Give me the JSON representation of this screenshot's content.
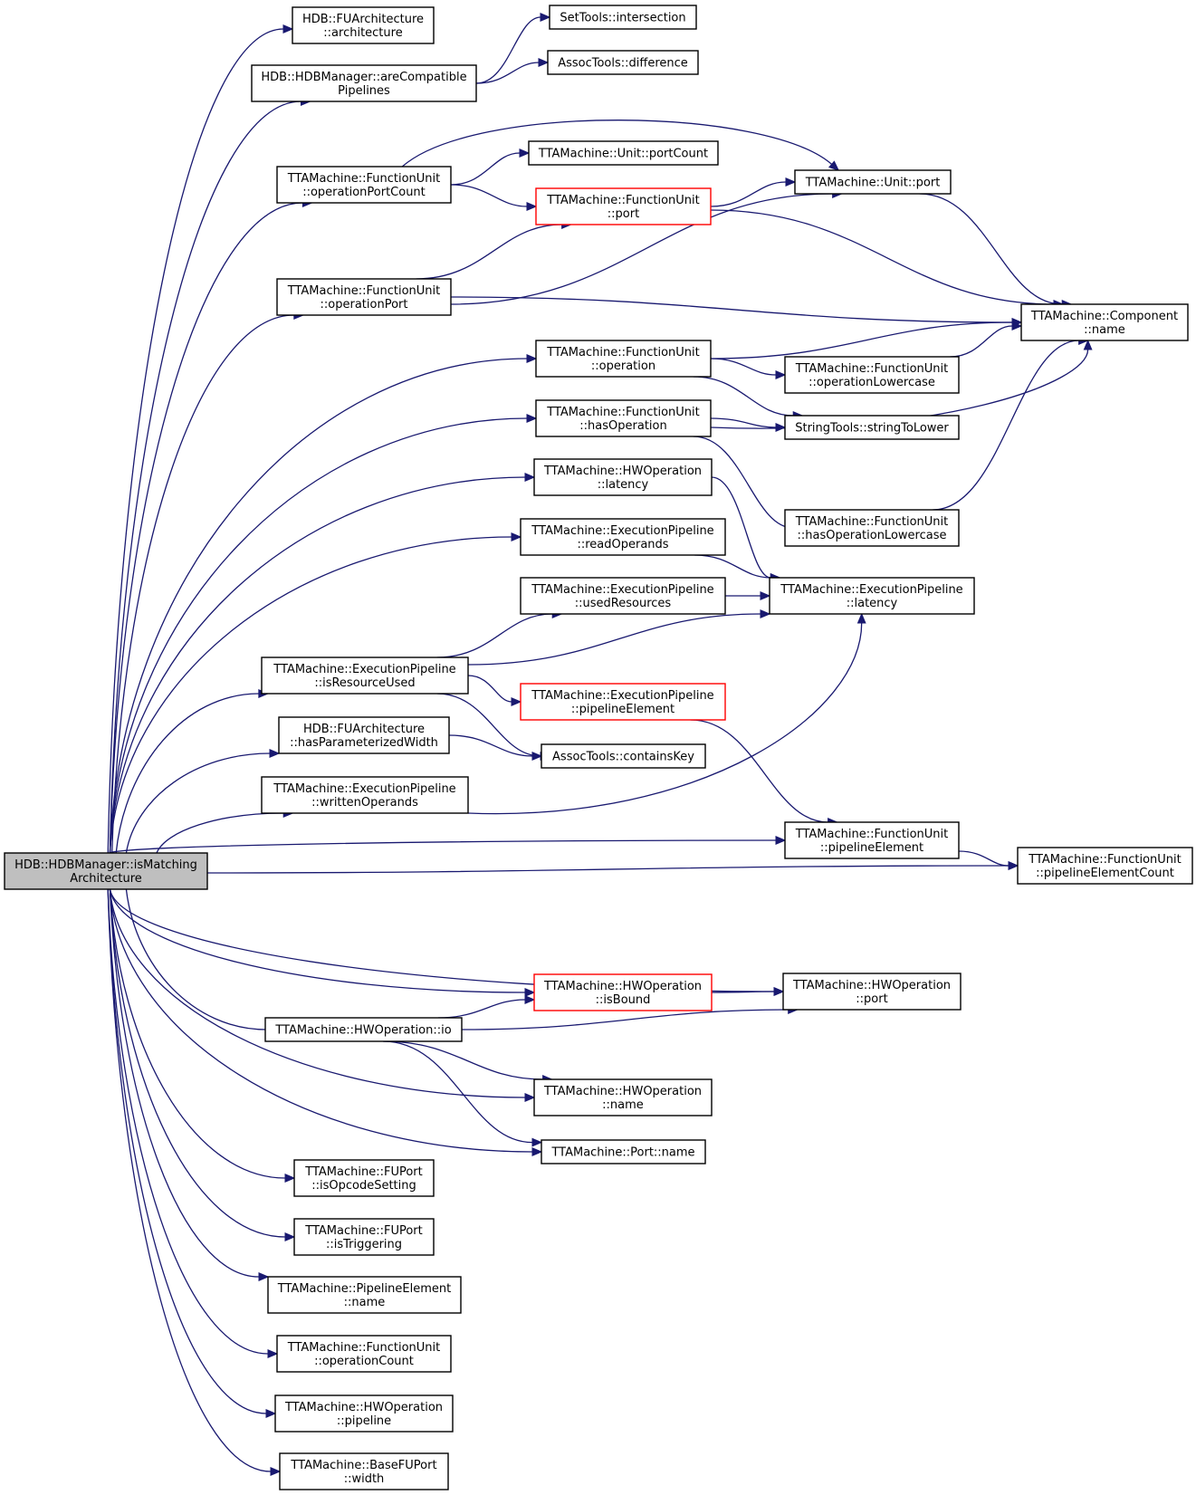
{
  "graph": {
    "colors": {
      "edge": "#191970",
      "node_border": "#000000",
      "truncated_border": "#ff0000",
      "root_fill": "#bfbfbf"
    },
    "nodes": [
      {
        "id": "root",
        "lines": [
          "HDB::HDBManager::isMatching",
          "Architecture"
        ],
        "root": true
      },
      {
        "id": "fuarch_architecture",
        "lines": [
          "HDB::FUArchitecture",
          "::architecture"
        ]
      },
      {
        "id": "are_compatible_pipelines",
        "lines": [
          "HDB::HDBManager::areCompatible",
          "Pipelines"
        ]
      },
      {
        "id": "settools_intersection",
        "lines": [
          "SetTools::intersection"
        ]
      },
      {
        "id": "assoctools_difference",
        "lines": [
          "AssocTools::difference"
        ]
      },
      {
        "id": "fu_operation_port_count",
        "lines": [
          "TTAMachine::FunctionUnit",
          "::operationPortCount"
        ]
      },
      {
        "id": "unit_port_count",
        "lines": [
          "TTAMachine::Unit::portCount"
        ]
      },
      {
        "id": "unit_port",
        "lines": [
          "TTAMachine::Unit::port"
        ]
      },
      {
        "id": "fu_port",
        "lines": [
          "TTAMachine::FunctionUnit",
          "::port"
        ],
        "truncated": true
      },
      {
        "id": "fu_operation_port",
        "lines": [
          "TTAMachine::FunctionUnit",
          "::operationPort"
        ]
      },
      {
        "id": "component_name",
        "lines": [
          "TTAMachine::Component",
          "::name"
        ]
      },
      {
        "id": "fu_operation",
        "lines": [
          "TTAMachine::FunctionUnit",
          "::operation"
        ]
      },
      {
        "id": "fu_operation_lowercase",
        "lines": [
          "TTAMachine::FunctionUnit",
          "::operationLowercase"
        ]
      },
      {
        "id": "fu_has_operation",
        "lines": [
          "TTAMachine::FunctionUnit",
          "::hasOperation"
        ]
      },
      {
        "id": "string_to_lower",
        "lines": [
          "StringTools::stringToLower"
        ]
      },
      {
        "id": "hwop_latency",
        "lines": [
          "TTAMachine::HWOperation",
          "::latency"
        ]
      },
      {
        "id": "fu_has_operation_lowercase",
        "lines": [
          "TTAMachine::FunctionUnit",
          "::hasOperationLowercase"
        ]
      },
      {
        "id": "ep_read_operands",
        "lines": [
          "TTAMachine::ExecutionPipeline",
          "::readOperands"
        ]
      },
      {
        "id": "ep_latency",
        "lines": [
          "TTAMachine::ExecutionPipeline",
          "::latency"
        ]
      },
      {
        "id": "ep_used_resources",
        "lines": [
          "TTAMachine::ExecutionPipeline",
          "::usedResources"
        ]
      },
      {
        "id": "ep_is_resource_used",
        "lines": [
          "TTAMachine::ExecutionPipeline",
          "::isResourceUsed"
        ]
      },
      {
        "id": "ep_pipeline_element",
        "lines": [
          "TTAMachine::ExecutionPipeline",
          "::pipelineElement"
        ],
        "truncated": true
      },
      {
        "id": "fuarch_has_param_width",
        "lines": [
          "HDB::FUArchitecture",
          "::hasParameterizedWidth"
        ]
      },
      {
        "id": "assoctools_contains_key",
        "lines": [
          "AssocTools::containsKey"
        ]
      },
      {
        "id": "ep_written_operands",
        "lines": [
          "TTAMachine::ExecutionPipeline",
          "::writtenOperands"
        ]
      },
      {
        "id": "fu_pipeline_element",
        "lines": [
          "TTAMachine::FunctionUnit",
          "::pipelineElement"
        ]
      },
      {
        "id": "fu_pipeline_element_count",
        "lines": [
          "TTAMachine::FunctionUnit",
          "::pipelineElementCount"
        ]
      },
      {
        "id": "hwop_is_bound",
        "lines": [
          "TTAMachine::HWOperation",
          "::isBound"
        ],
        "truncated": true
      },
      {
        "id": "hwop_port",
        "lines": [
          "TTAMachine::HWOperation",
          "::port"
        ]
      },
      {
        "id": "hwop_io",
        "lines": [
          "TTAMachine::HWOperation::io"
        ]
      },
      {
        "id": "hwop_name",
        "lines": [
          "TTAMachine::HWOperation",
          "::name"
        ]
      },
      {
        "id": "port_name",
        "lines": [
          "TTAMachine::Port::name"
        ]
      },
      {
        "id": "fuport_is_opcode_setting",
        "lines": [
          "TTAMachine::FUPort",
          "::isOpcodeSetting"
        ]
      },
      {
        "id": "fuport_is_triggering",
        "lines": [
          "TTAMachine::FUPort",
          "::isTriggering"
        ]
      },
      {
        "id": "pipeline_element_name",
        "lines": [
          "TTAMachine::PipelineElement",
          "::name"
        ]
      },
      {
        "id": "fu_operation_count",
        "lines": [
          "TTAMachine::FunctionUnit",
          "::operationCount"
        ]
      },
      {
        "id": "hwop_pipeline",
        "lines": [
          "TTAMachine::HWOperation",
          "::pipeline"
        ]
      },
      {
        "id": "basefuport_width",
        "lines": [
          "TTAMachine::BaseFUPort",
          "::width"
        ]
      }
    ],
    "edges": [
      {
        "from": "root",
        "to": "fuarch_architecture"
      },
      {
        "from": "root",
        "to": "are_compatible_pipelines"
      },
      {
        "from": "root",
        "to": "fu_operation_port_count"
      },
      {
        "from": "root",
        "to": "fu_operation_port"
      },
      {
        "from": "root",
        "to": "fu_operation"
      },
      {
        "from": "root",
        "to": "fu_has_operation"
      },
      {
        "from": "root",
        "to": "hwop_latency"
      },
      {
        "from": "root",
        "to": "ep_read_operands"
      },
      {
        "from": "root",
        "to": "ep_is_resource_used"
      },
      {
        "from": "root",
        "to": "fuarch_has_param_width"
      },
      {
        "from": "root",
        "to": "ep_written_operands"
      },
      {
        "from": "root",
        "to": "fu_pipeline_element"
      },
      {
        "from": "root",
        "to": "fu_pipeline_element_count"
      },
      {
        "from": "root",
        "to": "hwop_port"
      },
      {
        "from": "root",
        "to": "hwop_is_bound"
      },
      {
        "from": "root",
        "to": "hwop_io"
      },
      {
        "from": "root",
        "to": "hwop_name"
      },
      {
        "from": "root",
        "to": "port_name"
      },
      {
        "from": "root",
        "to": "fuport_is_opcode_setting"
      },
      {
        "from": "root",
        "to": "fuport_is_triggering"
      },
      {
        "from": "root",
        "to": "pipeline_element_name"
      },
      {
        "from": "root",
        "to": "fu_operation_count"
      },
      {
        "from": "root",
        "to": "hwop_pipeline"
      },
      {
        "from": "root",
        "to": "basefuport_width"
      },
      {
        "from": "are_compatible_pipelines",
        "to": "settools_intersection"
      },
      {
        "from": "are_compatible_pipelines",
        "to": "assoctools_difference"
      },
      {
        "from": "fu_operation_port_count",
        "to": "unit_port_count"
      },
      {
        "from": "fu_operation_port_count",
        "to": "fu_port"
      },
      {
        "from": "fu_operation_port_count",
        "to": "unit_port"
      },
      {
        "from": "fu_port",
        "to": "unit_port"
      },
      {
        "from": "fu_port",
        "to": "component_name"
      },
      {
        "from": "unit_port",
        "to": "component_name"
      },
      {
        "from": "fu_operation_port",
        "to": "fu_port"
      },
      {
        "from": "fu_operation_port",
        "to": "unit_port"
      },
      {
        "from": "fu_operation_port",
        "to": "component_name"
      },
      {
        "from": "fu_operation",
        "to": "component_name"
      },
      {
        "from": "fu_operation",
        "to": "fu_operation_lowercase"
      },
      {
        "from": "fu_operation",
        "to": "string_to_lower"
      },
      {
        "from": "fu_operation_lowercase",
        "to": "component_name"
      },
      {
        "from": "fu_has_operation",
        "to": "string_to_lower"
      },
      {
        "from": "fu_has_operation",
        "to": "component_name"
      },
      {
        "from": "fu_has_operation",
        "to": "fu_has_operation_lowercase"
      },
      {
        "from": "fu_has_operation_lowercase",
        "to": "component_name"
      },
      {
        "from": "hwop_latency",
        "to": "ep_latency"
      },
      {
        "from": "ep_read_operands",
        "to": "ep_latency"
      },
      {
        "from": "ep_used_resources",
        "to": "ep_latency"
      },
      {
        "from": "ep_is_resource_used",
        "to": "ep_used_resources"
      },
      {
        "from": "ep_is_resource_used",
        "to": "ep_latency"
      },
      {
        "from": "ep_is_resource_used",
        "to": "ep_pipeline_element"
      },
      {
        "from": "ep_is_resource_used",
        "to": "assoctools_contains_key"
      },
      {
        "from": "fuarch_has_param_width",
        "to": "assoctools_contains_key"
      },
      {
        "from": "ep_written_operands",
        "to": "ep_latency"
      },
      {
        "from": "ep_pipeline_element",
        "to": "fu_pipeline_element"
      },
      {
        "from": "fu_pipeline_element",
        "to": "fu_pipeline_element_count"
      },
      {
        "from": "hwop_is_bound",
        "to": "hwop_port"
      },
      {
        "from": "hwop_io",
        "to": "hwop_is_bound"
      },
      {
        "from": "hwop_io",
        "to": "hwop_port"
      },
      {
        "from": "hwop_io",
        "to": "hwop_name"
      },
      {
        "from": "hwop_io",
        "to": "port_name"
      }
    ]
  }
}
